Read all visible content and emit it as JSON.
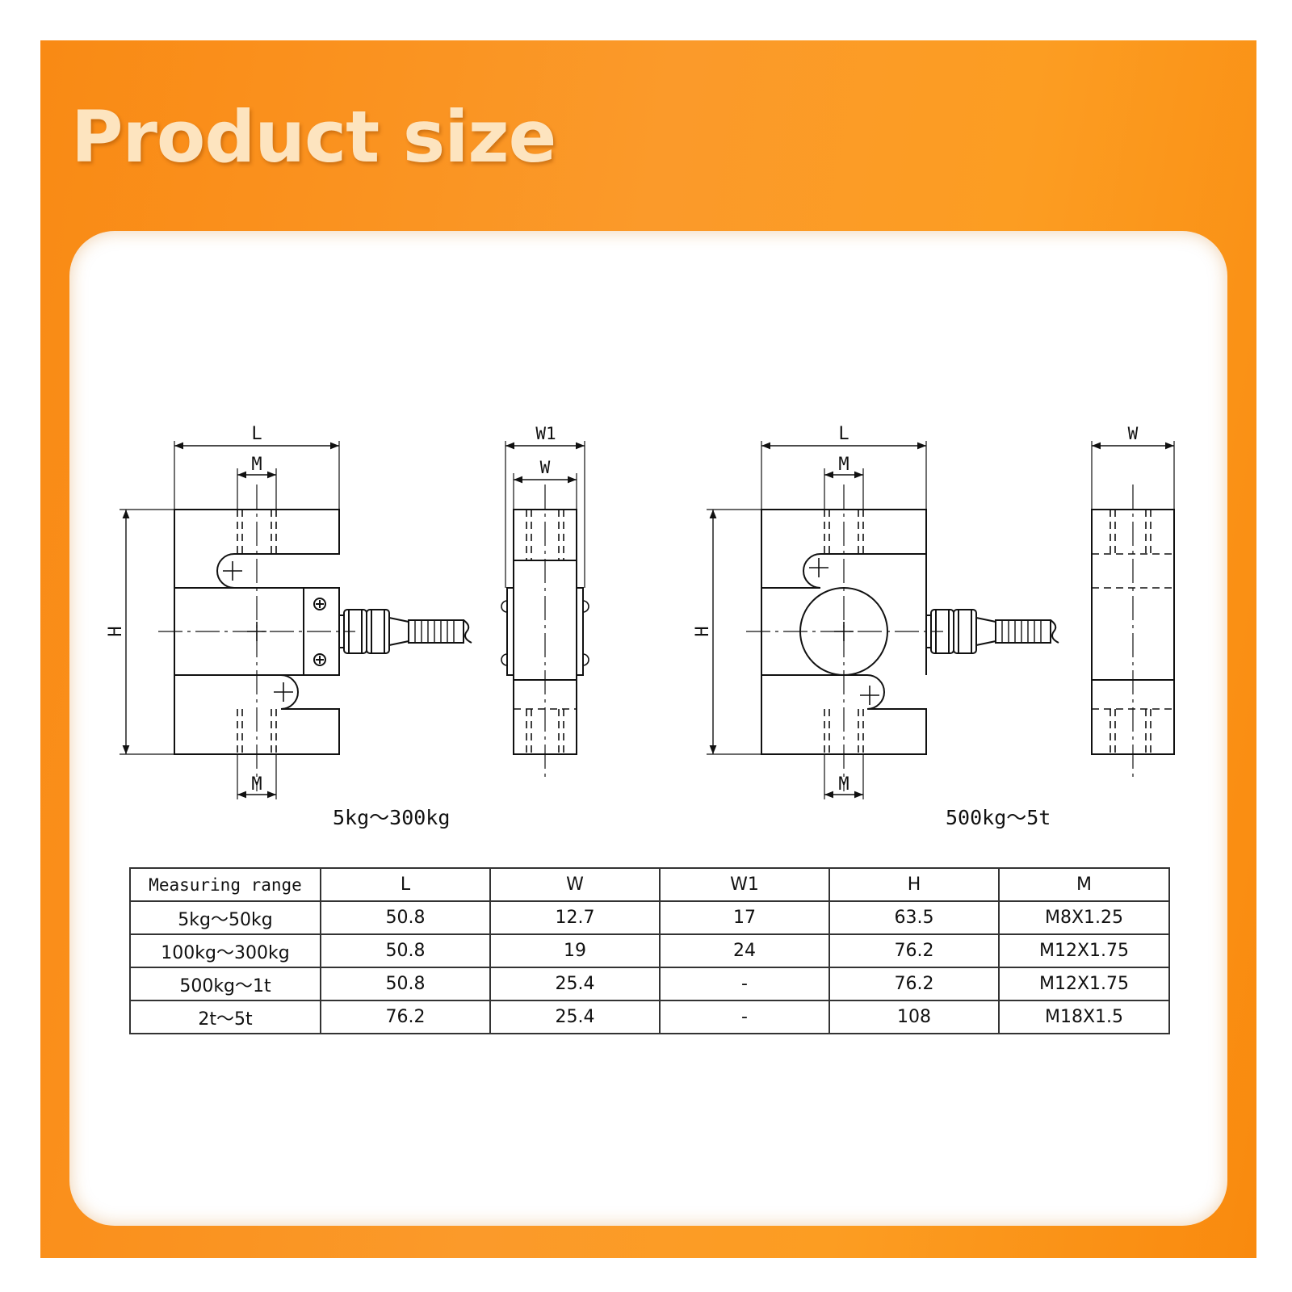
{
  "header": {
    "title": "Product size"
  },
  "drawing_labels": {
    "length": "L",
    "thread": "M",
    "height": "H",
    "width": "W",
    "width1": "W1"
  },
  "captions": {
    "small_model": "5kg～300kg",
    "large_model": "500kg～5t"
  },
  "spec_table": {
    "columns": [
      "Measuring range",
      "L",
      "W",
      "W1",
      "H",
      "M"
    ],
    "rows": [
      [
        "5kg～50kg",
        "50.8",
        "12.7",
        "17",
        "63.5",
        "M8X1.25"
      ],
      [
        "100kg～300kg",
        "50.8",
        "19",
        "24",
        "76.2",
        "M12X1.75"
      ],
      [
        "500kg～1t",
        "50.8",
        "25.4",
        "-",
        "76.2",
        "M12X1.75"
      ],
      [
        "2t～5t",
        "76.2",
        "25.4",
        "-",
        "108",
        "M18X1.5"
      ]
    ]
  },
  "colors": {
    "frame_orange": "#fa9220",
    "title_cream": "#fde4bf",
    "line": "#111111"
  }
}
